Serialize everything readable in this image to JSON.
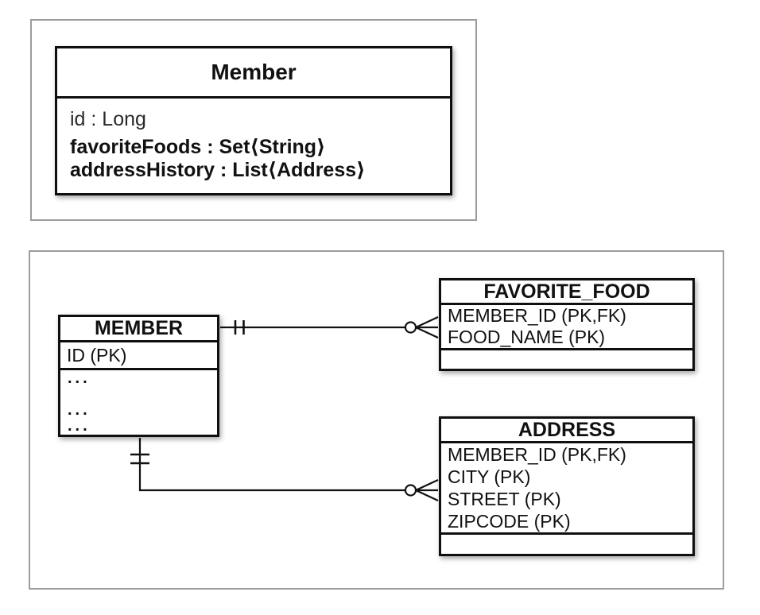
{
  "colors": {
    "panel_border": "#9c9c9c",
    "diagram_border": "#0f0f0f",
    "text": "#111111",
    "background": "#ffffff"
  },
  "uml_class": {
    "title": "Member",
    "attributes": [
      {
        "text": "id : Long",
        "weight": "normal"
      },
      {
        "text": "favoriteFoods : Set⟨String⟩",
        "weight": "bold"
      },
      {
        "text": "addressHistory : List⟨Address⟩",
        "weight": "bold"
      }
    ]
  },
  "erd": {
    "member": {
      "title": "MEMBER",
      "rows": [
        "ID (PK)"
      ],
      "ellipsis_rows": [
        "...",
        "...",
        "..."
      ]
    },
    "favorite_food": {
      "title": "FAVORITE_FOOD",
      "rows": [
        "MEMBER_ID (PK,FK)",
        "FOOD_NAME (PK)"
      ]
    },
    "address": {
      "title": "ADDRESS",
      "rows": [
        "MEMBER_ID (PK,FK)",
        "CITY (PK)",
        "STREET (PK)",
        "ZIPCODE (PK)"
      ]
    }
  },
  "relationships": [
    {
      "from_table": "MEMBER",
      "to_table": "FAVORITE_FOOD",
      "from_cardinality": "one-and-only-one",
      "to_cardinality": "zero-or-many"
    },
    {
      "from_table": "MEMBER",
      "to_table": "ADDRESS",
      "from_cardinality": "one-and-only-one",
      "to_cardinality": "zero-or-many"
    }
  ]
}
